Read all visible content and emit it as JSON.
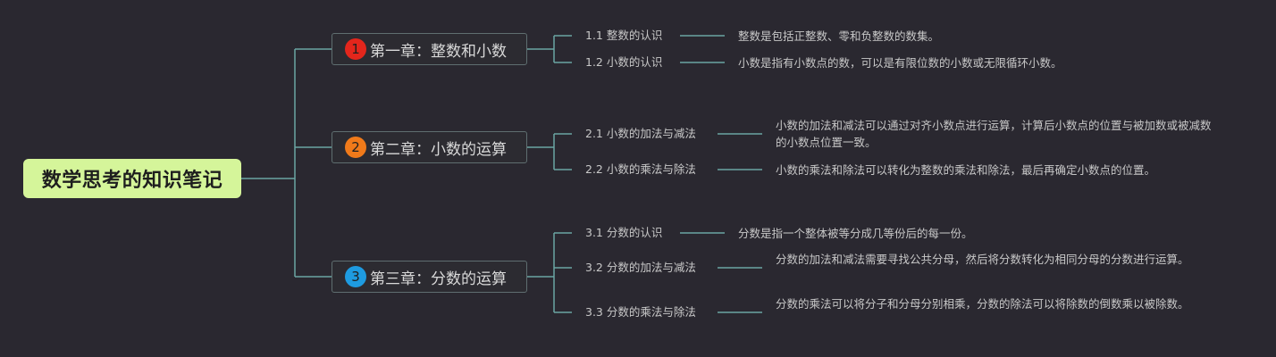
{
  "root": {
    "label": "数学思考的知识笔记"
  },
  "colors": {
    "background": "#2a2830",
    "root_fill": "#d5f59a",
    "connector": "#6aa6a3",
    "chapter_border": "#5f6e70",
    "badge_1": "#e3261c",
    "badge_2": "#f07a1a",
    "badge_3": "#1e9be0"
  },
  "chapters": [
    {
      "badge": "1",
      "title": "第一章：整数和小数",
      "sections": [
        {
          "label": "1.1 整数的认识",
          "desc": "整数是包括正整数、零和负整数的数集。"
        },
        {
          "label": "1.2 小数的认识",
          "desc": "小数是指有小数点的数，可以是有限位数的小数或无限循环小数。"
        }
      ]
    },
    {
      "badge": "2",
      "title": "第二章：小数的运算",
      "sections": [
        {
          "label": "2.1 小数的加法与减法",
          "desc": "小数的加法和减法可以通过对齐小数点进行运算，计算后小数点的位置与被加数或被减数的小数点位置一致。"
        },
        {
          "label": "2.2 小数的乘法与除法",
          "desc": "小数的乘法和除法可以转化为整数的乘法和除法，最后再确定小数点的位置。"
        }
      ]
    },
    {
      "badge": "3",
      "title": "第三章：分数的运算",
      "sections": [
        {
          "label": "3.1 分数的认识",
          "desc": "分数是指一个整体被等分成几等份后的每一份。"
        },
        {
          "label": "3.2 分数的加法与减法",
          "desc": "分数的加法和减法需要寻找公共分母，然后将分数转化为相同分母的分数进行运算。"
        },
        {
          "label": "3.3 分数的乘法与除法",
          "desc": "分数的乘法可以将分子和分母分别相乘，分数的除法可以将除数的倒数乘以被除数。"
        }
      ]
    }
  ]
}
